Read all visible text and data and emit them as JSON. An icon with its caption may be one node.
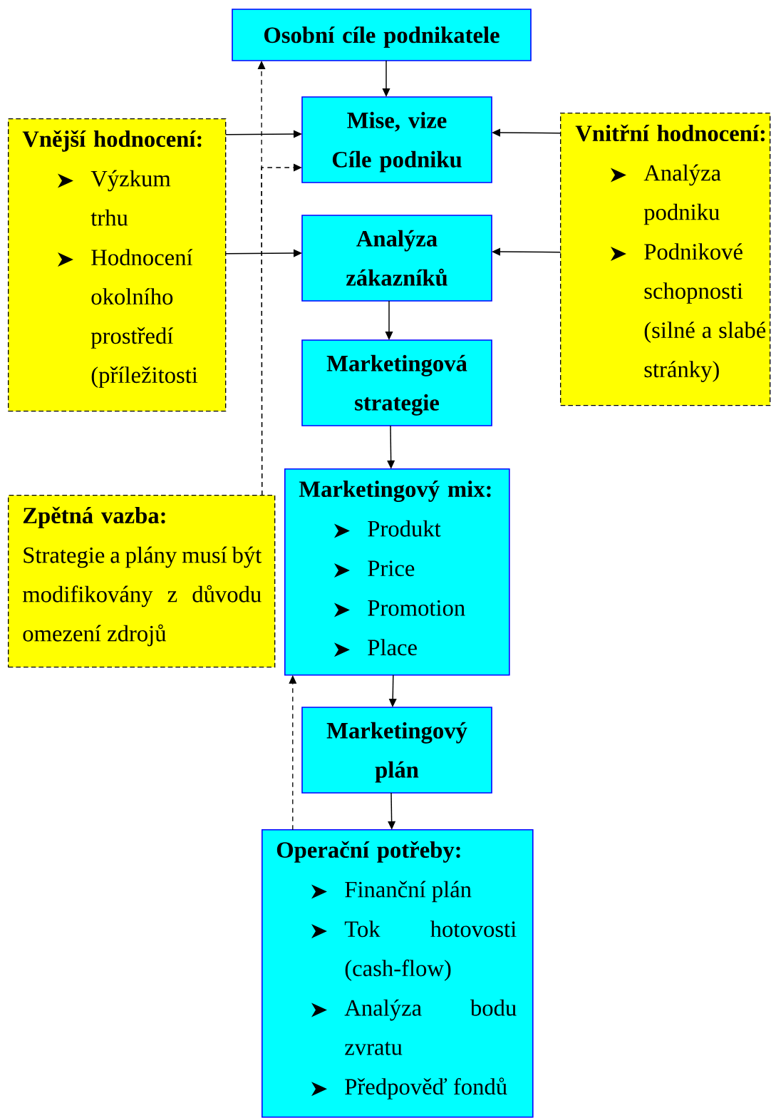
{
  "diagram": {
    "nodes": [
      {
        "text": [
          "Osobní cíle podnikatele"
        ]
      },
      {
        "text": [
          "Vnější hodnocení:",
          "Výzkum trhu",
          "Hodnocení okolního prostředí (příležitosti"
        ]
      },
      {
        "text": [
          "Mise, vize",
          "Cíle podniku"
        ]
      },
      {
        "text": [
          "Vnitřní hodnocení:",
          "Analýza podniku",
          "Podnikové schopnosti (silné a slabé stránky)"
        ]
      },
      {
        "text": [
          "Analýza zákazníků"
        ]
      },
      {
        "text": [
          "Marketingová strategie"
        ]
      },
      {
        "text": [
          "Zpětná vazba:",
          "Strategie a plány musí být modifikovány z důvodu omezení zdrojů"
        ]
      },
      {
        "text": [
          "Marketingový mix:",
          "Produkt",
          "Price",
          "Promotion",
          "Place"
        ]
      },
      {
        "text": [
          "Marketingový plán"
        ]
      },
      {
        "text": [
          "Operační potřeby:",
          "Finanční plán",
          "Tok hotovosti (cash-flow)",
          "Analýza bodu zvratu",
          "Předpověď fondů"
        ]
      }
    ],
    "edges": [
      {
        "from": 0,
        "to": 2,
        "arrow": "to"
      },
      {
        "from": 1,
        "to": 2,
        "arrow": "to"
      },
      {
        "from": 1,
        "to": 4,
        "arrow": "to"
      },
      {
        "from": 3,
        "to": 2,
        "arrow": "to"
      },
      {
        "from": 3,
        "to": 4,
        "arrow": "to"
      },
      {
        "from": 4,
        "to": 5,
        "arrow": "to"
      },
      {
        "from": 5,
        "to": 7,
        "arrow": "to"
      },
      {
        "from": 7,
        "to": 8,
        "arrow": "to"
      },
      {
        "from": 8,
        "to": 9,
        "arrow": "to"
      },
      {
        "from": 9,
        "to": 7,
        "arrow": "to",
        "style": "dashed"
      },
      {
        "from": 6,
        "to": 0,
        "arrow": "to",
        "style": "dashed"
      },
      {
        "from": 6,
        "to": 2,
        "arrow": "to",
        "style": "dashed"
      }
    ]
  }
}
